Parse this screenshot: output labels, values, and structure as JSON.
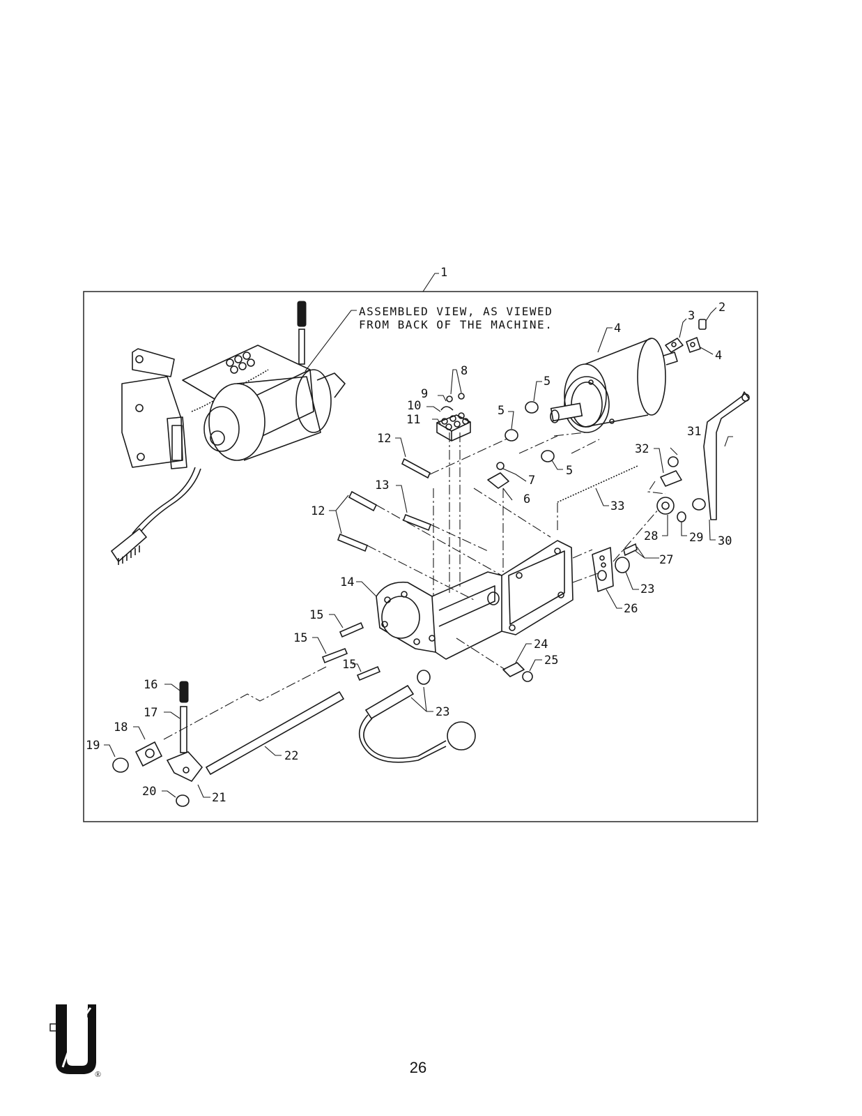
{
  "note": {
    "line1": "ASSEMBLED VIEW, AS VIEWED",
    "line2": "FROM BACK OF THE MACHINE."
  },
  "callouts": {
    "c1": "1",
    "c2": "2",
    "c3": "3",
    "c4a": "4",
    "c4b": "4",
    "c5a": "5",
    "c5b": "5",
    "c5c": "5",
    "c6": "6",
    "c7": "7",
    "c8": "8",
    "c9": "9",
    "c10": "10",
    "c11": "11",
    "c12a": "12",
    "c12b": "12",
    "c13": "13",
    "c14": "14",
    "c15a": "15",
    "c15b": "15",
    "c15c": "15",
    "c16": "16",
    "c17": "17",
    "c18": "18",
    "c19": "19",
    "c20": "20",
    "c21": "21",
    "c22": "22",
    "c23a": "23",
    "c23b": "23",
    "c24": "24",
    "c25": "25",
    "c26": "26",
    "c27": "27",
    "c28": "28",
    "c29": "29",
    "c30": "30",
    "c31": "31",
    "c32": "32",
    "c33": "33"
  },
  "page_number": "26",
  "logo": {
    "brand": "U",
    "registered": "®"
  }
}
